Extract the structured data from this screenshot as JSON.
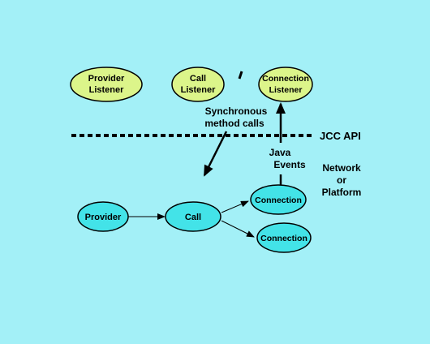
{
  "colors": {
    "background": "#a3f0f7",
    "listener_fill": "#dcf58a",
    "object_fill": "#43e3e8",
    "stroke": "#000000"
  },
  "listeners": {
    "provider": [
      "Provider",
      "Listener"
    ],
    "call": [
      "Call",
      "Listener"
    ],
    "connection": [
      "Connection",
      "Listener"
    ]
  },
  "objects": {
    "provider": "Provider",
    "call": "Call",
    "connection1": "Connection",
    "connection2": "Connection"
  },
  "labels": {
    "synchronous": [
      "Synchronous",
      "method calls"
    ],
    "jcc_api": "JCC API",
    "java_events": [
      "Java",
      "Events"
    ],
    "network": [
      "Network",
      "or",
      "Platform"
    ]
  }
}
